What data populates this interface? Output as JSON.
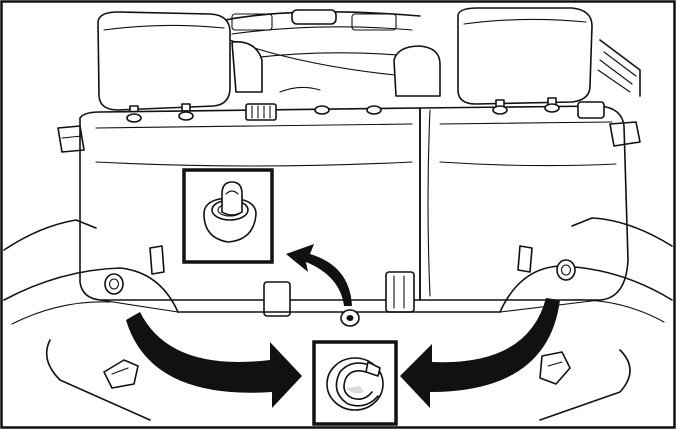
{
  "figure": {
    "subject": "rear-seat-cargo-anchors",
    "colors": {
      "ink": "#111111",
      "paper": "#ffffff",
      "shade": "#d9d9d9"
    },
    "callouts": [
      {
        "id": "upper-hook-detail",
        "icon": "cargo-hook-icon"
      },
      {
        "id": "floor-ring-detail",
        "icon": "tie-down-ring-icon"
      }
    ],
    "arrows": [
      {
        "id": "left-arrow",
        "points_to": "floor-ring-detail"
      },
      {
        "id": "right-arrow",
        "points_to": "floor-ring-detail"
      },
      {
        "id": "small-arrow",
        "points_to": "upper-hook-detail"
      }
    ]
  }
}
